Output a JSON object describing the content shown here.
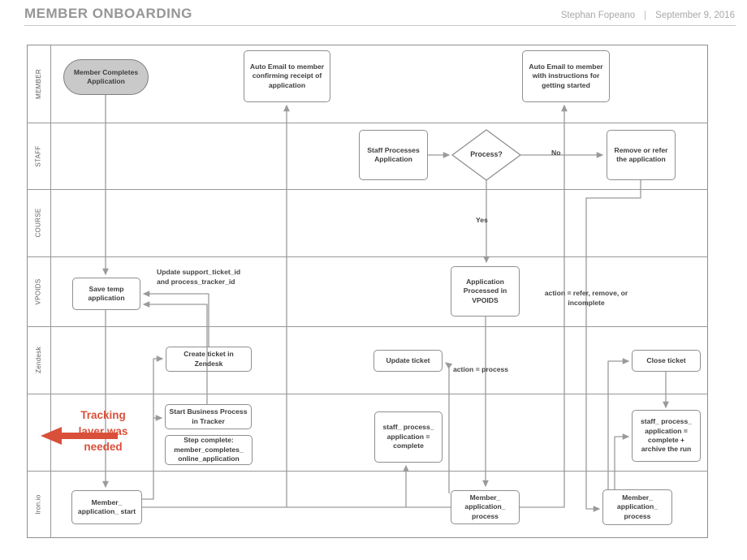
{
  "header": {
    "title": "MEMBER ONBOARDING",
    "author": "Stephan Fopeano",
    "separator": "|",
    "date": "September 9, 2016"
  },
  "lanes": [
    {
      "label": "MEMBER"
    },
    {
      "label": "STAFF"
    },
    {
      "label": "COURSE"
    },
    {
      "label": "VPOIDS"
    },
    {
      "label": "Zendesk"
    },
    {
      "label": ""
    },
    {
      "label": "Iron.io"
    }
  ],
  "nodes": {
    "member_completes": {
      "label": "Member Completes\nApplication",
      "shape": "stadium"
    },
    "auto_email_receipt": {
      "label": "Auto Email to member\nconfirming receipt of\napplication",
      "shape": "rect"
    },
    "auto_email_instructions": {
      "label": "Auto Email to member\nwith instructions for\ngetting started",
      "shape": "rect"
    },
    "staff_processes": {
      "label": "Staff Processes\nApplication",
      "shape": "rect"
    },
    "process_decision": {
      "label": "Process?",
      "shape": "diamond"
    },
    "remove_refer": {
      "label": "Remove or refer\nthe application",
      "shape": "rect"
    },
    "save_temp": {
      "label": "Save temp\napplication",
      "shape": "rect"
    },
    "application_processed": {
      "label": "Application\nProcessed in\nVPOIDS",
      "shape": "rect"
    },
    "create_ticket": {
      "label": "Create ticket in\nZendesk",
      "shape": "rect"
    },
    "update_ticket": {
      "label": "Update ticket",
      "shape": "rect"
    },
    "close_ticket": {
      "label": "Close ticket",
      "shape": "rect"
    },
    "start_business_process": {
      "label": "Start Business Process\nin Tracker",
      "shape": "rect"
    },
    "step_complete": {
      "label": "Step complete:\nmember_completes_\nonline_application",
      "shape": "rect"
    },
    "staff_process_complete": {
      "label": "staff_ process_\napplication =\ncomplete",
      "shape": "rect"
    },
    "staff_process_archive": {
      "label": "staff_ process_\napplication =\ncomplete +\narchive the run",
      "shape": "rect"
    },
    "member_application_start": {
      "label": "Member_\napplication_ start",
      "shape": "rect"
    },
    "member_application_process_mid": {
      "label": "Member_\napplication_\nprocess",
      "shape": "rect"
    },
    "member_application_process_right": {
      "label": "Member_\napplication_\nprocess",
      "shape": "rect"
    }
  },
  "edge_labels": {
    "update_ids": "Update support_ticket_id\nand process_tracker_id",
    "no": "No",
    "yes": "Yes",
    "action_process": "action = process",
    "action_refer": "action = refer, remove, or\nincomplete"
  },
  "annotation": {
    "text": "Tracking\nlayer was\nneeded",
    "color": "#d9503a"
  },
  "colors": {
    "line": "#9a9a9a",
    "box_border": "#8f8f8f",
    "box_text": "#3d3d3d",
    "stadium_fill": "#c9c9c9",
    "lane_border": "#979797",
    "title": "#969696"
  }
}
